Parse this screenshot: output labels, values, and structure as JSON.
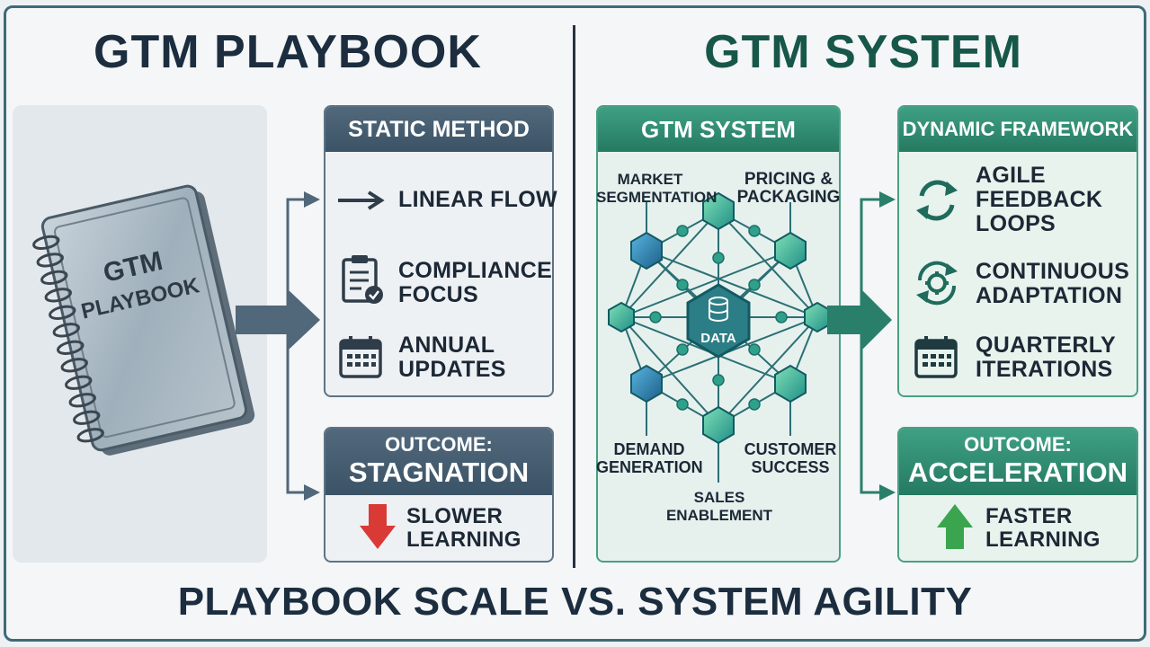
{
  "left": {
    "title": "GTM PLAYBOOK",
    "book_label_line1": "GTM",
    "book_label_line2": "PLAYBOOK",
    "method": {
      "header": "STATIC METHOD",
      "items": [
        {
          "label_line1": "LINEAR FLOW",
          "label_line2": "",
          "icon": "arrow-right-icon"
        },
        {
          "label_line1": "COMPLIANCE",
          "label_line2": "FOCUS",
          "icon": "clipboard-check-icon"
        },
        {
          "label_line1": "ANNUAL",
          "label_line2": "UPDATES",
          "icon": "calendar-icon"
        }
      ]
    },
    "outcome": {
      "label": "OUTCOME:",
      "value": "STAGNATION",
      "detail_line1": "SLOWER",
      "detail_line2": "LEARNING",
      "icon": "arrow-down-icon"
    }
  },
  "right": {
    "title": "GTM SYSTEM",
    "network": {
      "header": "GTM SYSTEM",
      "center": "DATA",
      "labels": {
        "market_line1": "MARKET",
        "market_line2": "SEGMENTATION",
        "pricing_line1": "PRICING &",
        "pricing_line2": "PACKAGING",
        "demand_line1": "DEMAND",
        "demand_line2": "GENERATION",
        "customer_line1": "CUSTOMER",
        "customer_line2": "SUCCESS",
        "sales_line1": "SALES",
        "sales_line2": "ENABLEMENT"
      }
    },
    "framework": {
      "header": "DYNAMIC FRAMEWORK",
      "items": [
        {
          "label_line1": "AGILE",
          "label_line2": "FEEDBACK",
          "label_line3": "LOOPS",
          "icon": "refresh-cycle-icon"
        },
        {
          "label_line1": "CONTINUOUS",
          "label_line2": "ADAPTATION",
          "label_line3": "",
          "icon": "gear-cycle-icon"
        },
        {
          "label_line1": "QUARTERLY",
          "label_line2": "ITERATIONS",
          "label_line3": "",
          "icon": "calendar-icon"
        }
      ]
    },
    "outcome": {
      "label": "OUTCOME:",
      "value": "ACCELERATION",
      "detail_line1": "FASTER",
      "detail_line2": "LEARNING",
      "icon": "arrow-up-icon"
    }
  },
  "footer": "PLAYBOOK SCALE VS. SYSTEM AGILITY",
  "colors": {
    "dark_text": "#1b2d3e",
    "green_title": "#17574a",
    "blue_header": "#3b5366",
    "green_header": "#257a60",
    "down_arrow": "#d93a35",
    "up_arrow": "#3aa54e"
  }
}
